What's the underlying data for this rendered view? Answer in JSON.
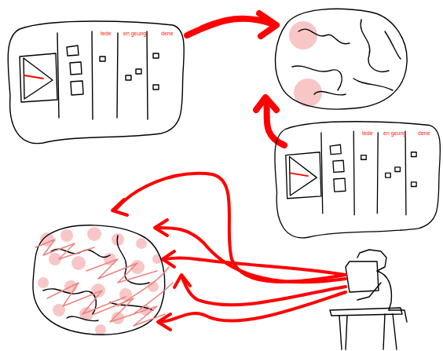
{
  "diagram": {
    "nodes": [
      {
        "text": [
          "tede",
          "en geung",
          "dene"
        ]
      },
      {
        "text": [
          "tede",
          "en geung",
          "dene"
        ]
      }
    ]
  }
}
